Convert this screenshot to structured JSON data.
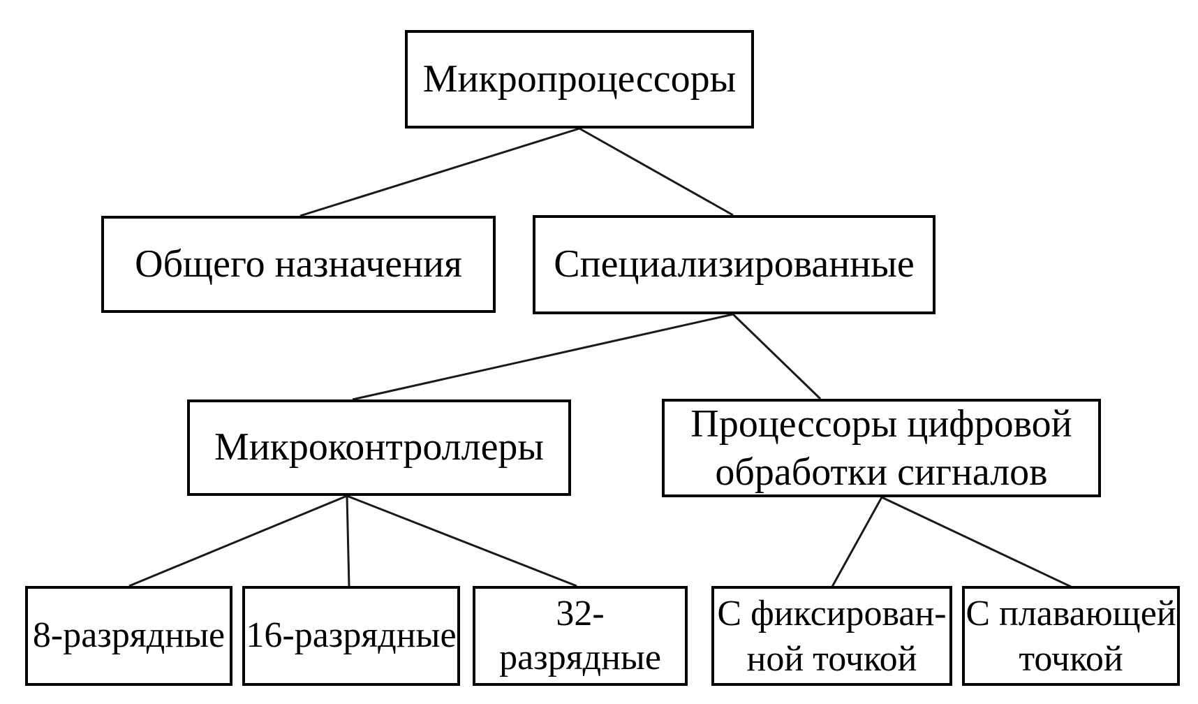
{
  "colors": {
    "background": "#ffffff",
    "box_border": "#000000",
    "text": "#000000",
    "connector_line": "#1a1a1a"
  },
  "nodes": {
    "root": {
      "label": "Микропроцессоры"
    },
    "general": {
      "label": "Общего назначения"
    },
    "specialized": {
      "label": "Специализированные"
    },
    "mcu": {
      "label": "Микроконтроллеры"
    },
    "dsp": {
      "label": "Процессоры цифровой\nобработки сигналов"
    },
    "bit8": {
      "label": "8-разрядные"
    },
    "bit16": {
      "label": "16-разрядные"
    },
    "bit32": {
      "label": "32-разрядные"
    },
    "fixed": {
      "label": "С фиксирован-\nной точкой"
    },
    "float": {
      "label": "С плавающей\nточкой"
    }
  },
  "hierarchy": [
    {
      "from": "root",
      "to": "general"
    },
    {
      "from": "root",
      "to": "specialized"
    },
    {
      "from": "specialized",
      "to": "mcu"
    },
    {
      "from": "specialized",
      "to": "dsp"
    },
    {
      "from": "mcu",
      "to": "bit8"
    },
    {
      "from": "mcu",
      "to": "bit16"
    },
    {
      "from": "mcu",
      "to": "bit32"
    },
    {
      "from": "dsp",
      "to": "fixed"
    },
    {
      "from": "dsp",
      "to": "float"
    }
  ]
}
